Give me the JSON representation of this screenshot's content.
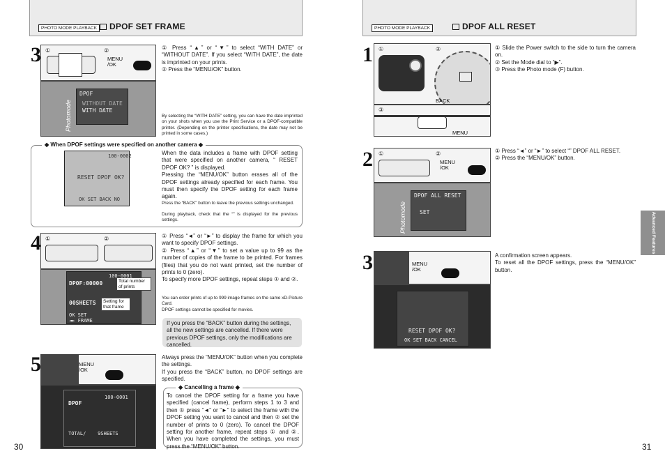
{
  "left": {
    "mode_badge": "PHOTO MODE PLAYBACK",
    "title": "DPOF SET FRAME",
    "step3": {
      "number": "3",
      "fig_num1": "①",
      "fig_num2": "②",
      "menu_label": "MENU\n/OK",
      "lcd_lines": [
        "DPOF",
        "WITHOUT DATE",
        "WITH DATE"
      ],
      "lcd_logo": "Photomode",
      "text": "① Press “▲” or “▼” to select “WITH DATE” or “WITHOUT DATE”. If you select “WITH DATE”, the date is imprinted on your prints.\n② Press the “MENU/OK” button.",
      "note": "By selecting the “WITH DATE” setting, you can have the date imprinted on your shots when you use the Print Service or a DPOF-compatible printer. (Depending on the printer specifications, the date may not be printed in some cases.)"
    },
    "other_camera": {
      "title": "◆ When DPOF settings were specified on another camera ◆",
      "lcd_frame": "100-0002",
      "lcd_prompt": "RESET DPOF OK?",
      "lcd_buttons": "OK SET  BACK NO",
      "text": "When the data includes a frame with DPOF setting that were specified on another camera, “ RESET DPOF OK? ” is displayed.\nPressing the “MENU/OK” button erases all of the DPOF settings already specified for each frame. You must then specify the DPOF setting for each frame again.",
      "note1": "Press the “BACK” button to leave the previous settings unchanged.",
      "note2": "During playback, check that the “” is displayed for the previous settings."
    },
    "step4": {
      "number": "4",
      "fig_num1": "①",
      "fig_num2": "②",
      "lcd_frame": "100-0001",
      "lcd_dpof": "DPOF:00000",
      "lcd_sheets": "00SHEETS",
      "lcd_set": "OK SET",
      "lcd_frame_btn": "◄► FRAME",
      "callout1": "Total number of prints",
      "callout2": "Setting for that frame",
      "text": "① Press “◄” or “►” to display the frame for which you want to specify DPOF settings.\n② Press “▲” or “▼” to set a value up to 99 as the number of copies of the frame to be printed. For frames (files) that you do not want printed, set the number of prints to 0 (zero).\nTo specify more DPOF settings, repeat steps ① and ②.",
      "note1": "You can order prints of up to 999 image frames on the same xD-Picture Card.",
      "note2": "DPOF settings cannot be specified for movies.",
      "back_box": "If you press the “BACK” button during the settings, all the new settings are cancelled. If there were previous DPOF settings, only the modifications are cancelled."
    },
    "step5": {
      "number": "5",
      "menu_label": "MENU\n/OK",
      "lcd_dpof": "DPOF",
      "lcd_frame": "100-0001",
      "lcd_total": "TOTAL/    9SHEETS",
      "text": "Always press the “MENU/OK” button when you complete the settings.\nIf you press the “BACK” button, no DPOF settings are specified.",
      "cancel_title": "◆ Cancelling a frame ◆",
      "cancel_text": "To cancel the DPOF setting for a frame you have specified (cancel frame), perform steps 1 to 3 and then ① press “◄” or “►” to select the frame with the DPOF setting you want to cancel and then ② set the number of prints to 0 (zero). To cancel the DPOF setting for another frame, repeat steps ① and ②. When you have completed the settings, you must press the “MENU/OK” button."
    },
    "page_number": "30"
  },
  "right": {
    "mode_badge": "PHOTO MODE PLAYBACK",
    "title": "DPOF ALL RESET",
    "step1": {
      "number": "1",
      "fig_num1": "①",
      "fig_num2": "②",
      "fig_num3": "③",
      "back_label": "BACK",
      "menu_label": "MENU",
      "text": "① Slide the Power switch to the side to turn the camera on.\n② Set the Mode dial to “▶”.\n③ Press the Photo mode (F) button."
    },
    "step2": {
      "number": "2",
      "fig_num1": "①",
      "fig_num2": "②",
      "menu_label": "MENU\n/OK",
      "lcd_title": "DPOF ALL RESET",
      "lcd_set": "SET",
      "lcd_logo": "Photomode",
      "text": "① Press “◄” or “►” to select “” DPOF ALL RESET.\n② Press the “MENU/OK” button."
    },
    "step3": {
      "number": "3",
      "menu_label": "MENU\n/OK",
      "lcd_prompt": "RESET DPOF OK?",
      "lcd_buttons": "OK SET  BACK CANCEL",
      "text": "A confirmation screen appears.\nTo reset all the DPOF settings, press the “MENU/OK” button."
    },
    "side_tab": "Advanced Features",
    "page_number": "31"
  }
}
